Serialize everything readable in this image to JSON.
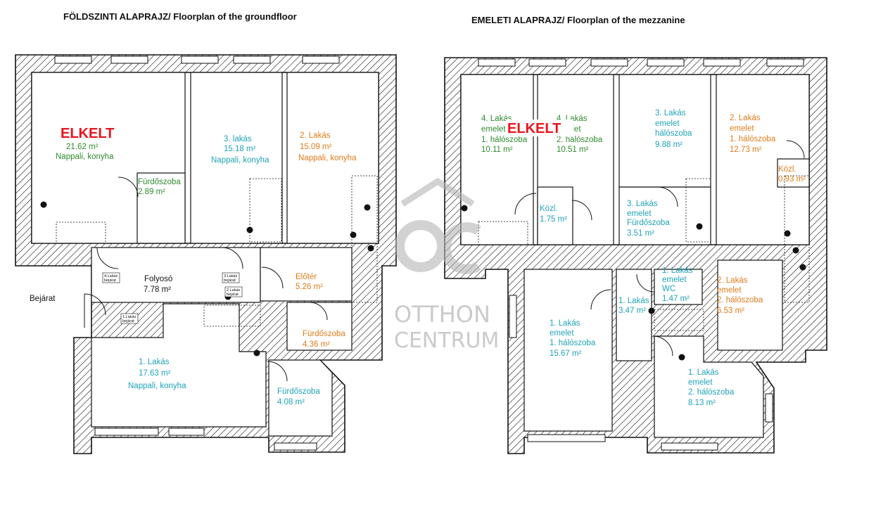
{
  "titles": {
    "ground": "FÖLDSZINTI ALAPRAJZ/ Floorplan of the groundfloor",
    "mezzanine": "EMELETI ALAPRAJZ/ Floorplan of the mezzanine"
  },
  "sold_label": "ELKELT",
  "watermark": {
    "line1": "OTTHON",
    "line2": "CENTRUM"
  },
  "ground": {
    "entrance": "Bejárat",
    "rooms": [
      {
        "l1": "21.62 m²",
        "l2": "Nappali, konyha"
      },
      {
        "l1": "Fürdőszoba",
        "l2": "2.89 m²"
      },
      {
        "l1": "3. lakás",
        "l2": "15.18 m²",
        "l3": "Nappali, konyha"
      },
      {
        "l1": "2. Lakás",
        "l2": "15.09 m²",
        "l3": "Nappali, konyha"
      },
      {
        "l1": "Folyosó",
        "l2": "7.78 m²"
      },
      {
        "l1": "Előtér",
        "l2": "5.26 m²"
      },
      {
        "l1": "Fürdőszoba",
        "l2": "4.36 m²"
      },
      {
        "l1": "1. Lakás",
        "l2": "17.63 m²",
        "l3": "Nappali, konyha"
      },
      {
        "l1": "Fürdőszoba",
        "l2": "4.08 m²"
      }
    ],
    "door_tags": [
      {
        "l1": "4.Lakás",
        "l2": "bejárat"
      },
      {
        "l1": "3.Lakás",
        "l2": "bejárat"
      },
      {
        "l1": "2.Lakás",
        "l2": "bejárat"
      },
      {
        "l1": "1.Lakás",
        "l2": "bejárat"
      }
    ]
  },
  "mezz": {
    "rooms": [
      {
        "l1": "4. Lakás",
        "l2": "emelet",
        "l3": "1. hálószoba",
        "l4": "10.11 m²"
      },
      {
        "l1": "4. Lakás",
        "l2": "emelet",
        "l3": "2. hálószoba",
        "l4": "10.51 m²"
      },
      {
        "l1": "3. Lakás",
        "l2": "emelet",
        "l3": "hálószoba",
        "l4": "9.88 m²"
      },
      {
        "l1": "2. Lakás",
        "l2": "emelet",
        "l3": "1. hálószoba",
        "l4": "12.73 m²"
      },
      {
        "l1": "Közl.",
        "l2": "1.75 m²"
      },
      {
        "l1": "3. Lakás",
        "l2": "emelet",
        "l3": "Fürdőszoba",
        "l4": "3.51 m²"
      },
      {
        "l1": "Közl.",
        "l2": "0.93 m²"
      },
      {
        "l1": "1. Lakás",
        "l2": "emelet",
        "l3": "WC",
        "l4": "1.47 m²"
      },
      {
        "l1": "1. Lakás",
        "l2": "3.47 m²"
      },
      {
        "l1": "2. Lakás",
        "l2": "emelet",
        "l3": "2. hálószoba",
        "l4": "6.53 m²"
      },
      {
        "l1": "1. Lakás",
        "l2": "emelet",
        "l3": "1. hálószoba",
        "l4": "15.67 m²"
      },
      {
        "l1": "1. Lakás",
        "l2": "emelet",
        "l3": "2. hálószoba",
        "l4": "8.13 m²"
      }
    ]
  },
  "colors": {
    "apt1": "#1ea3b8",
    "apt2": "#e07b1a",
    "apt3": "#1ea3b8",
    "apt4": "#2e8b2e",
    "sold": "#e8141c"
  }
}
